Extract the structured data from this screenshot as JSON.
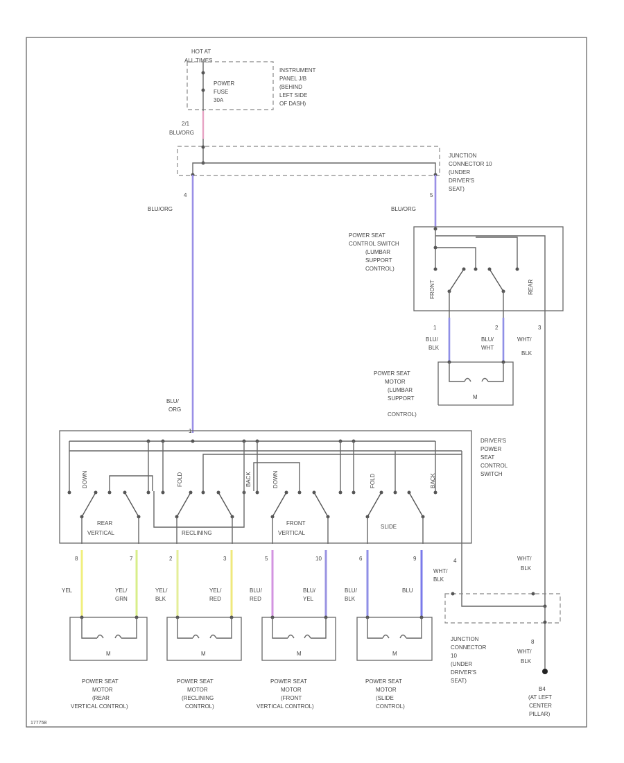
{
  "colors": {
    "bluorg_wire": "#9a8fe6",
    "pink_wire": "#e7a3c4",
    "yel_wire": "#f0ef7d",
    "yel_grn_wire": "#d8ee8a",
    "yel_blk_wire": "#e4ee98",
    "yel_red_wire": "#efe87d",
    "blu_red_wire": "#d394e0",
    "blu_yel_wire": "#9a93e2",
    "blu_blk_wire": "#8f8fe6",
    "blu_wire": "#7979ea",
    "wht_blk_wire": "#9a9a9a"
  },
  "top": {
    "hot_at": "HOT AT",
    "hot_times": "ALL TIMES",
    "fuse_l1": "POWER",
    "fuse_l2": "FUSE",
    "fuse_l3": "30A",
    "ip_l1": "INSTRUMENT",
    "ip_l2": "PANEL J/B",
    "ip_l3": "(BEHIND",
    "ip_l4": "LEFT SIDE",
    "ip_l5": "OF DASH)",
    "pin_2": "2/1",
    "wire_bluorg": "BLU/ORG"
  },
  "jc_top": {
    "l1": "JUNCTION",
    "l2": "CONNECTOR 10",
    "l3": "(UNDER",
    "l4": "DRIVER'S",
    "l5": "SEAT)",
    "pin_left": "4",
    "pin_right": "5"
  },
  "left_wire": {
    "label": "BLU/ORG"
  },
  "right_wire": {
    "label": "BLU/ORG"
  },
  "lumbar_switch": {
    "l1": "POWER SEAT",
    "l2": "CONTROL SWITCH",
    "l3": "(LUMBAR",
    "l4": "SUPPORT",
    "l5": "CONTROL)",
    "front": "FRONT",
    "rear": "REAR",
    "pin1": "1",
    "wire1_l1": "BLU/",
    "wire1_l2": "BLK",
    "pin2": "2",
    "wire2_l1": "BLU/",
    "wire2_l2": "WHT",
    "pin3": "3",
    "wire3_l1": "WHT/",
    "wire3_l2": "BLK"
  },
  "lumbar_motor": {
    "l1": "POWER SEAT",
    "l2": "MOTOR",
    "l3": "(LUMBAR",
    "l4": "SUPPORT",
    "l5": "CONTROL)",
    "m": "M"
  },
  "main_feed": {
    "l1": "BLU/",
    "l2": "ORG",
    "pin": "1"
  },
  "driver_switch": {
    "l1": "DRIVER'S",
    "l2": "POWER",
    "l3": "SEAT",
    "l4": "CONTROL",
    "l5": "SWITCH",
    "sec1_up": "DOWN",
    "sec1_label_l1": "REAR",
    "sec1_label_l2": "VERTICAL",
    "sec2_up": "FOLD",
    "sec2_down": "BACK",
    "sec2_label": "RECLINING",
    "sec3_up": "DOWN",
    "sec3_label_l1": "FRONT",
    "sec3_label_l2": "VERTICAL",
    "sec4_up": "FOLD",
    "sec4_down": "BACK",
    "sec4_label": "SLIDE"
  },
  "bottom_wires": [
    {
      "pin": "8",
      "l1": "YEL",
      "l2": ""
    },
    {
      "pin": "7",
      "l1": "YEL/",
      "l2": "GRN"
    },
    {
      "pin": "2",
      "l1": "YEL/",
      "l2": "BLK"
    },
    {
      "pin": "3",
      "l1": "YEL/",
      "l2": "RED"
    },
    {
      "pin": "5",
      "l1": "BLU/",
      "l2": "RED"
    },
    {
      "pin": "10",
      "l1": "BLU/",
      "l2": "YEL"
    },
    {
      "pin": "6",
      "l1": "BLU/",
      "l2": "BLK"
    },
    {
      "pin": "9",
      "l1": "BLU",
      "l2": ""
    }
  ],
  "motors": [
    {
      "m": "M",
      "l1": "POWER SEAT",
      "l2": "MOTOR",
      "l3": "(REAR",
      "l4": "VERTICAL CONTROL)"
    },
    {
      "m": "M",
      "l1": "POWER SEAT",
      "l2": "MOTOR",
      "l3": "(RECLINING",
      "l4": "CONTROL)"
    },
    {
      "m": "M",
      "l1": "POWER SEAT",
      "l2": "MOTOR",
      "l3": "(FRONT",
      "l4": "VERTICAL CONTROL)"
    },
    {
      "m": "M",
      "l1": "POWER SEAT",
      "l2": "MOTOR",
      "l3": "(SLIDE",
      "l4": "CONTROL)"
    }
  ],
  "ground_side": {
    "pin4": "4",
    "wire_l1": "WHT/",
    "wire_l2": "BLK",
    "wire_right_l1": "WHT/",
    "wire_right_l2": "BLK",
    "jc_l1": "JUNCTION",
    "jc_l2": "CONNECTOR",
    "jc_l3": "10",
    "jc_l4": "(UNDER",
    "jc_l5": "DRIVER'S",
    "jc_l6": "SEAT)",
    "pin8": "8",
    "gnd_wire_l1": "WHT/",
    "gnd_wire_l2": "BLK",
    "gnd_l1": "B4",
    "gnd_l2": "(AT LEFT",
    "gnd_l3": "CENTER",
    "gnd_l4": "PILLAR)"
  },
  "footer": {
    "code": "177758"
  }
}
